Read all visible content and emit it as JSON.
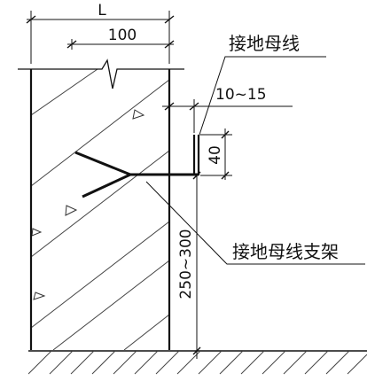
{
  "dimensions": {
    "width_label": "L",
    "inner_width": "100",
    "offset": "10~15",
    "bar_length": "40",
    "height": "250~300"
  },
  "labels": {
    "bus_bar": "接地母线",
    "bracket": "接地母线支架"
  },
  "colors": {
    "line": "#111111",
    "hatch": "#333333"
  }
}
